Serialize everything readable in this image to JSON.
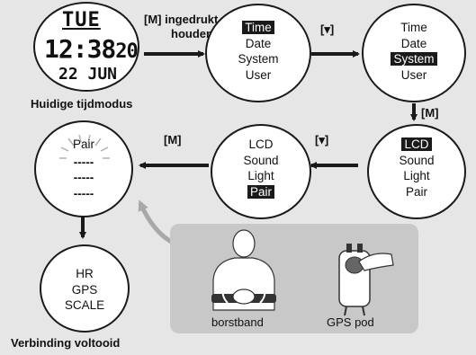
{
  "watch": {
    "day": "TUE",
    "time_main": "12:38",
    "time_seconds": "20",
    "date": "22 JUN",
    "caption": "Huidige tijdmodus"
  },
  "step1_label_line1": "[M] ingedrukt",
  "step1_label_line2": "houden",
  "step2_label": "[▾]",
  "step3_label": "[M]",
  "step4_label": "[▾]",
  "step5_label": "[M]",
  "menu1": [
    "Time",
    "Date",
    "System",
    "User"
  ],
  "menu2": [
    "Time",
    "Date",
    "System",
    "User"
  ],
  "menu3": [
    "LCD",
    "Sound",
    "Light",
    "Pair"
  ],
  "menu4": [
    "LCD",
    "Sound",
    "Light",
    "Pair"
  ],
  "pair_menu": {
    "title": "Pair",
    "rows": [
      "-----",
      "-----",
      "-----"
    ]
  },
  "result": {
    "lines": [
      "HR",
      "GPS",
      "SCALE"
    ],
    "caption": "Verbinding voltooid"
  },
  "panel": {
    "item1": "borstband",
    "item2": "GPS pod"
  }
}
